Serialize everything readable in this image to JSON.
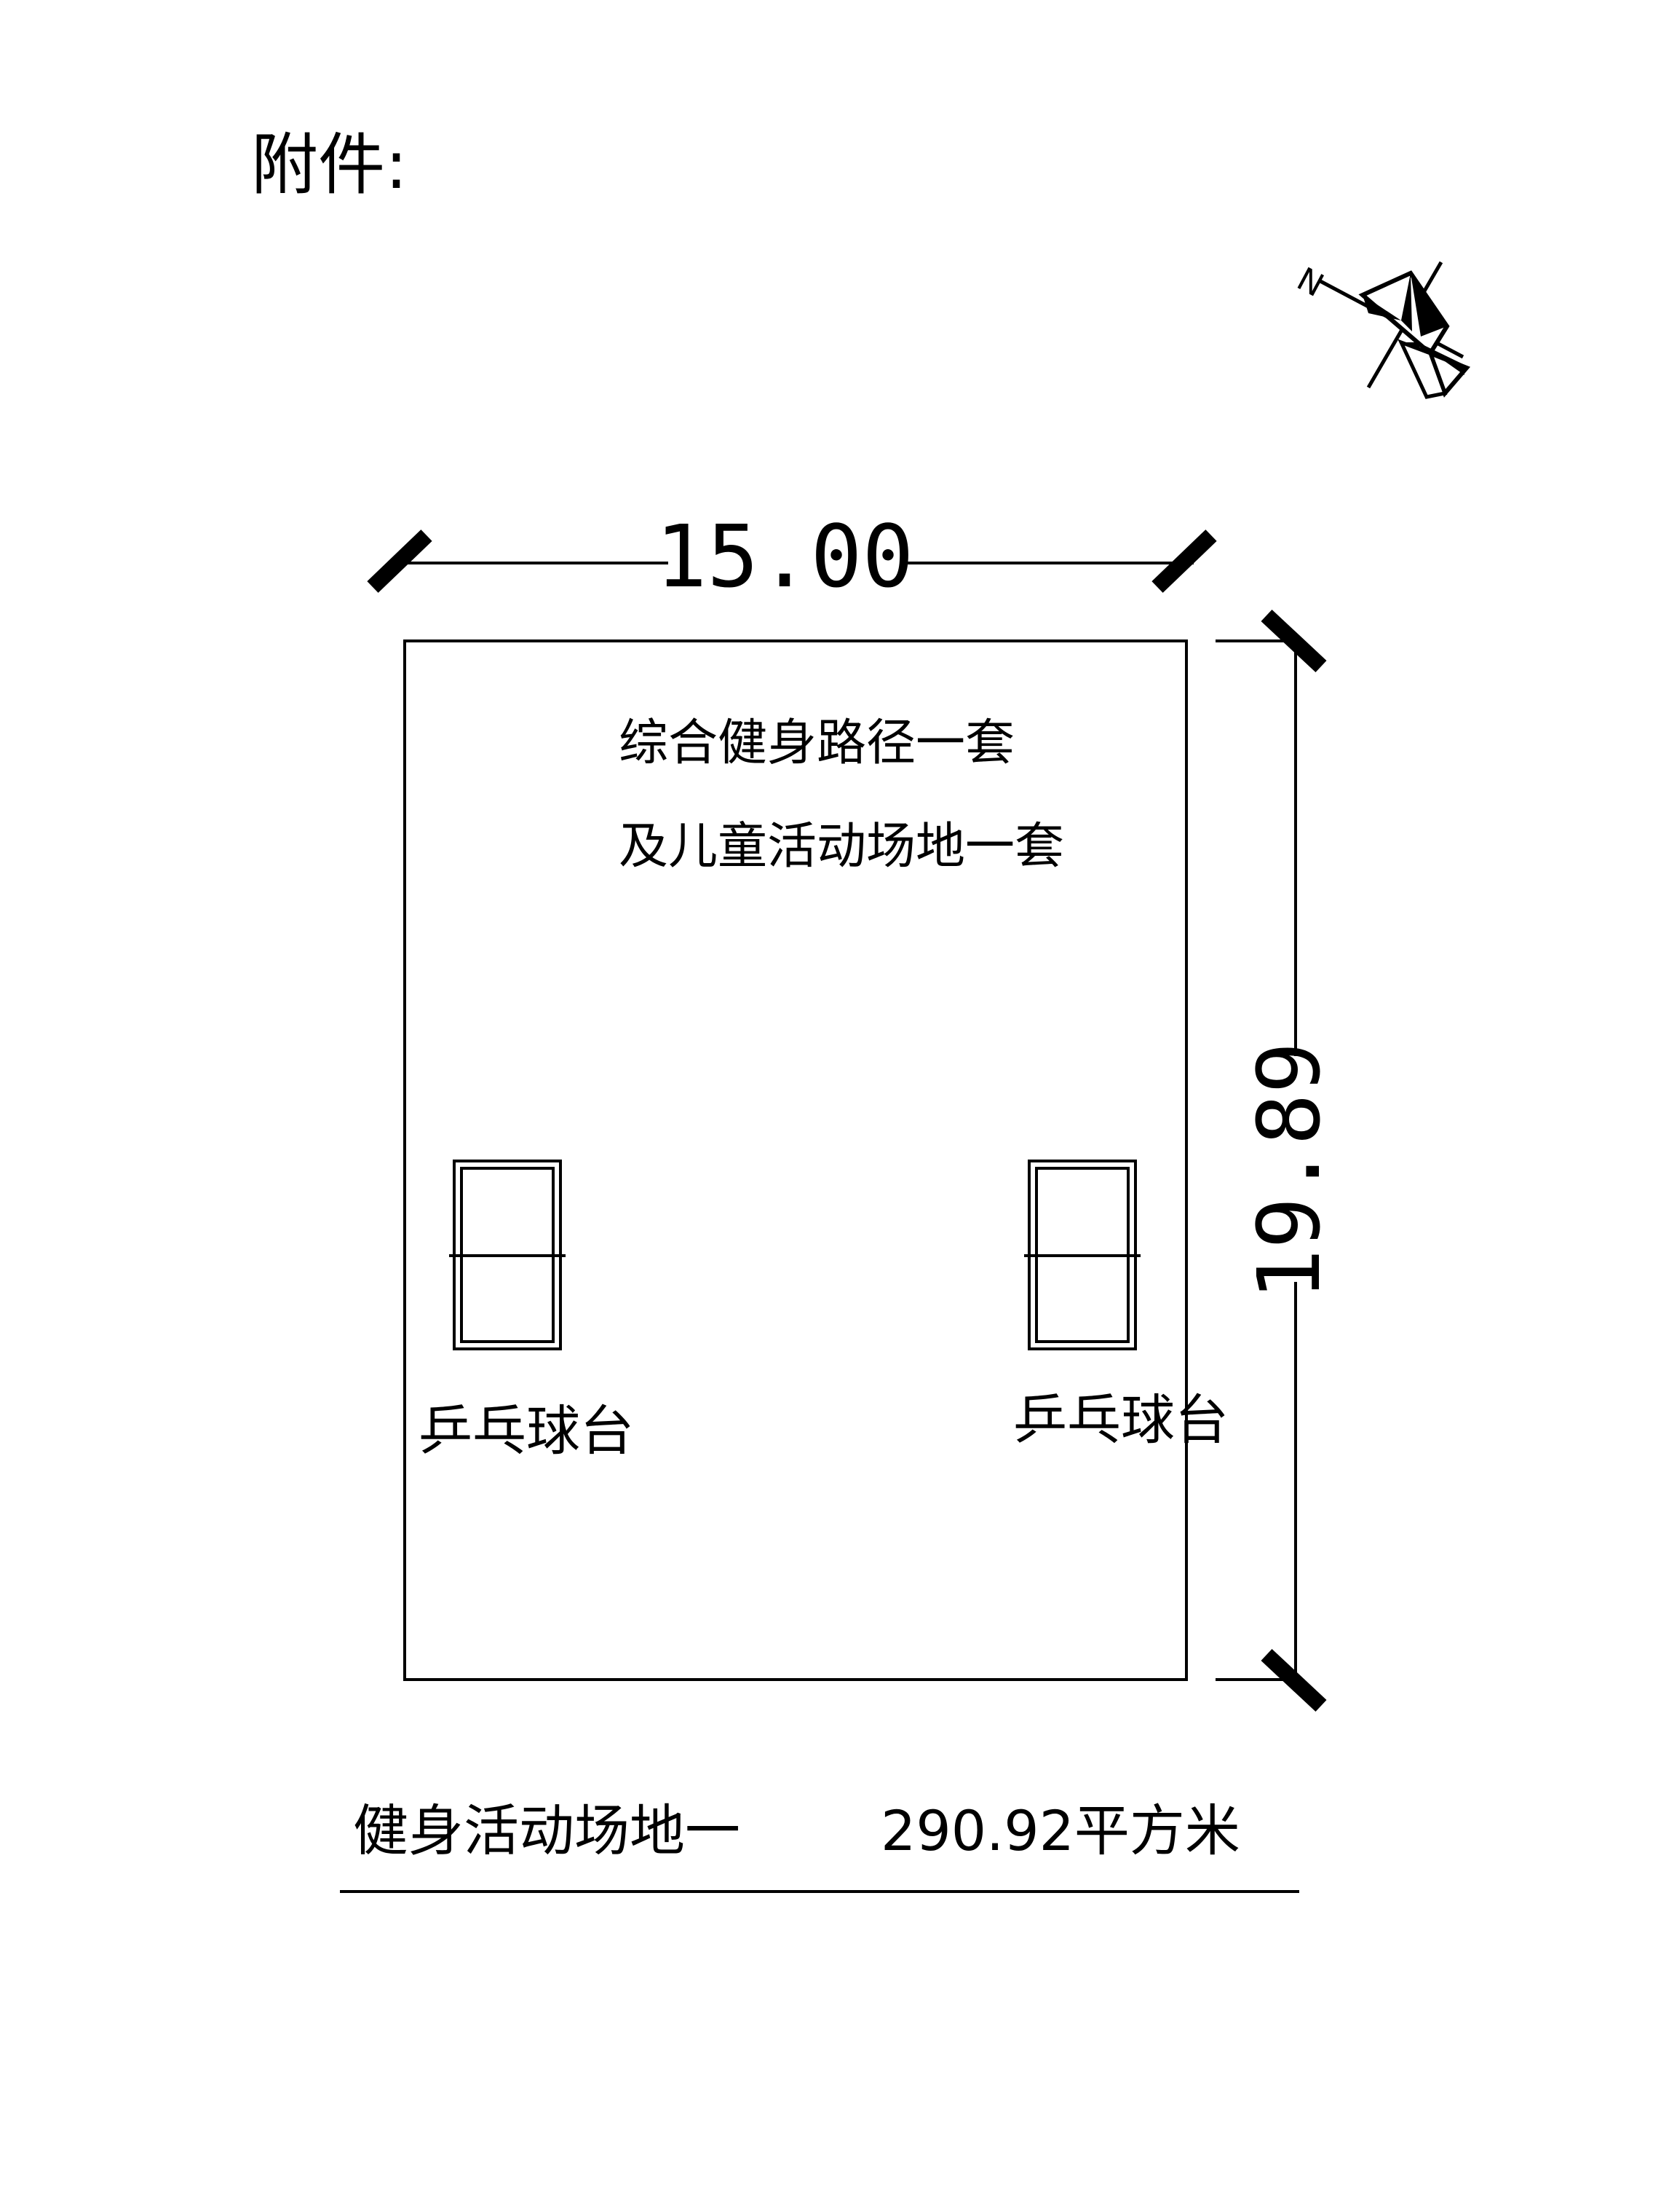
{
  "header": {
    "attachment_label": "附件:"
  },
  "compass": {
    "north_label": "N",
    "icon": "north-arrow-icon"
  },
  "site": {
    "width_dimension": "15.00",
    "height_dimension": "19.89",
    "description_line1": "综合健身路径一套",
    "description_line2": "及儿童活动场地一套",
    "left_table_label": "乒乓球台",
    "right_table_label": "乒乓球台"
  },
  "footer": {
    "site_name": "健身活动场地一",
    "area": "290.92平方米"
  },
  "colors": {
    "ink": "#000000",
    "background": "#ffffff"
  }
}
